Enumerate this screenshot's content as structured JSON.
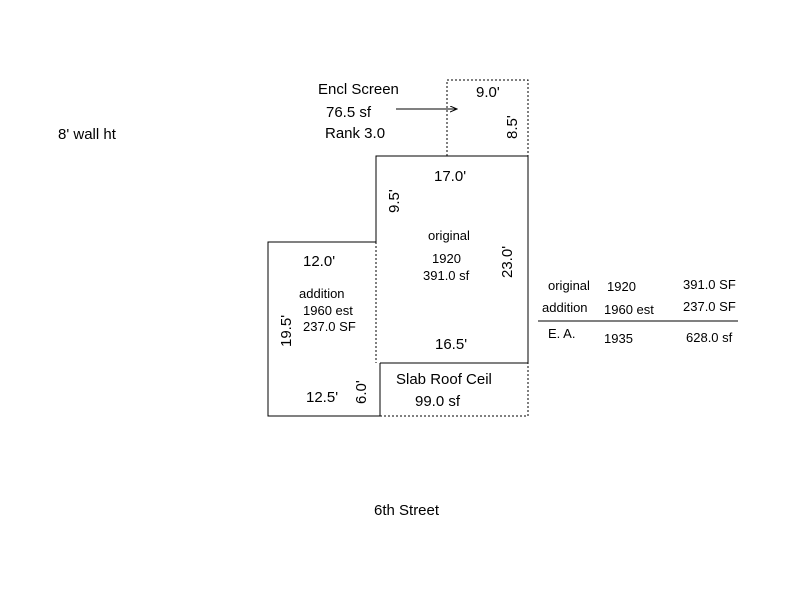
{
  "notes": {
    "wall_height": "8' wall ht",
    "street": "6th Street"
  },
  "encl_screen": {
    "name": "Encl Screen",
    "area": "76.5 sf",
    "rank": "Rank 3.0",
    "dim_width": "9.0'",
    "dim_depth": "8.5'"
  },
  "original": {
    "name": "original",
    "year": "1920",
    "area": "391.0 sf",
    "dim_top": "17.0'",
    "dim_left": "9.5'",
    "dim_right": "23.0'",
    "dim_bottom": "16.5'"
  },
  "addition": {
    "name": "addition",
    "year": "1960 est",
    "area": "237.0 SF",
    "dim_top": "12.0'",
    "dim_left": "19.5'",
    "dim_bottom": "12.5'",
    "dim_right": "6.0'"
  },
  "slab": {
    "name": "Slab Roof Ceil",
    "area": "99.0 sf"
  },
  "summary": {
    "rows": [
      {
        "label": "original",
        "year": "1920",
        "area": "391.0 SF"
      },
      {
        "label": "addition",
        "year": "1960 est",
        "area": "237.0 SF"
      }
    ],
    "total": {
      "label": "E. A.",
      "year": "1935",
      "area": "628.0 sf"
    }
  }
}
